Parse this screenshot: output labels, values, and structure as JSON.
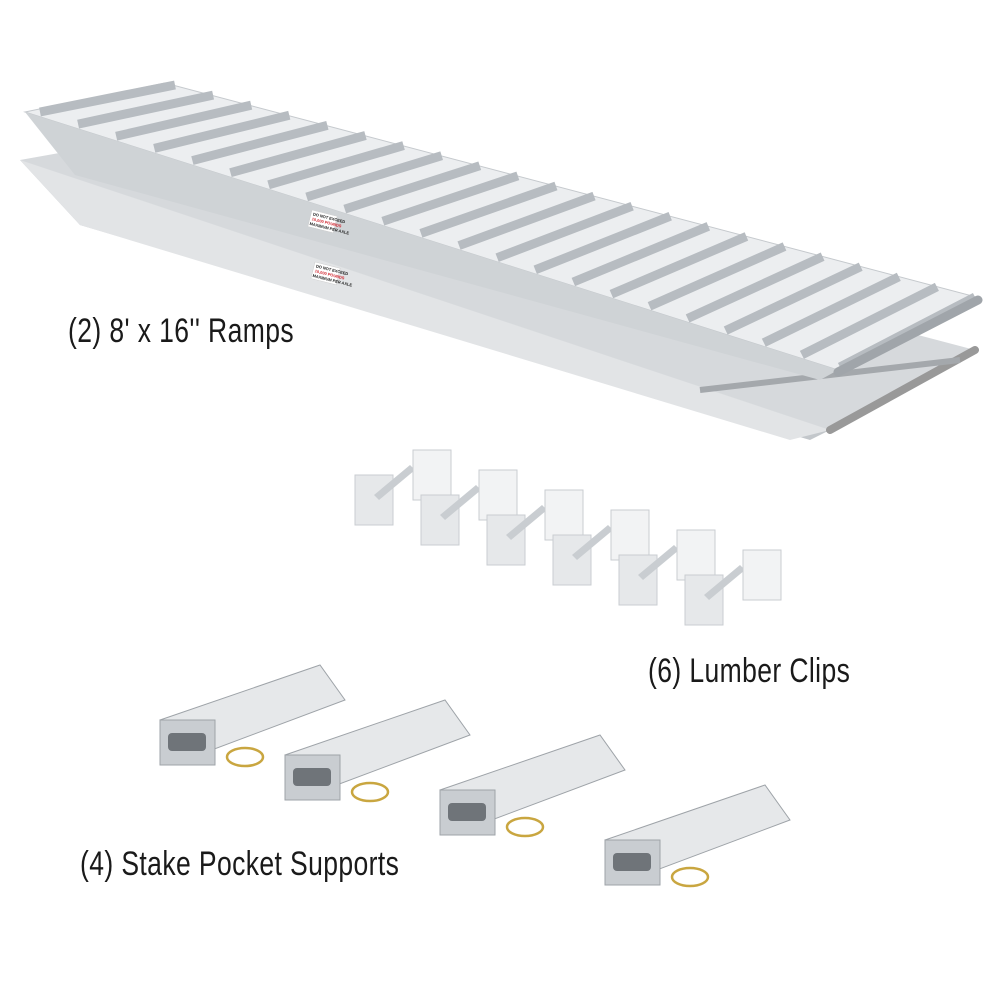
{
  "labels": {
    "ramps": "(2) 8' x 16'' Ramps",
    "lumber_clips": "(6) Lumber Clips",
    "stake_supports": "(4) Stake Pocket Supports"
  },
  "sticker": {
    "line1": "DO NOT EXCEED",
    "line2": "10,000 POUNDS",
    "line3": "MAXIMUM PER AXLE"
  },
  "colors": {
    "aluminum_light": "#e6e8ea",
    "aluminum_mid": "#c9cdd1",
    "aluminum_dark": "#9ea3a8",
    "sticker_red": "#d0202a",
    "pin_brass": "#c9a640",
    "text": "#1a1a1a"
  }
}
